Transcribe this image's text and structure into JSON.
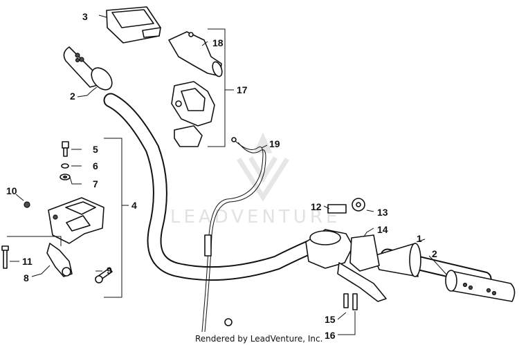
{
  "watermark": {
    "text": "LEADVENTURE"
  },
  "credit": "Rendered by LeadVenture, Inc.",
  "callouts": [
    "1",
    "2",
    "2",
    "3",
    "4",
    "5",
    "6",
    "7",
    "8",
    "9",
    "10",
    "11",
    "12",
    "13",
    "14",
    "15",
    "16",
    "17",
    "18",
    "19"
  ],
  "colors": {
    "line": "#111111",
    "watermark": "#e2e2e2",
    "grip_dark": "#4d4d4d"
  }
}
